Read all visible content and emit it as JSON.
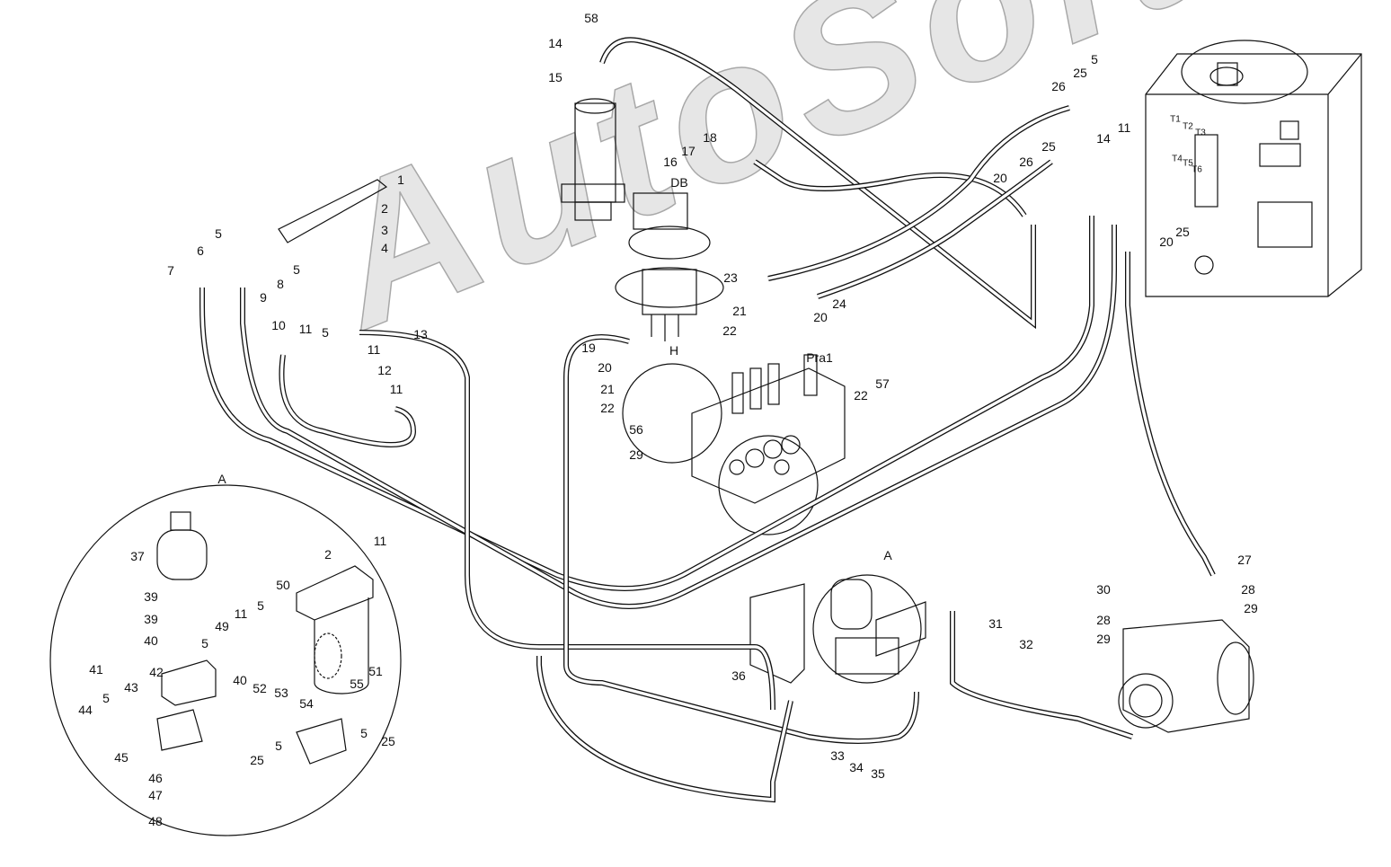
{
  "watermark": "AutoSoft",
  "callouts": [
    "1",
    "2",
    "3",
    "4",
    "5",
    "6",
    "5",
    "7",
    "8",
    "9",
    "10",
    "11",
    "5",
    "11",
    "12",
    "13",
    "11",
    "58",
    "14",
    "15",
    "16",
    "17",
    "18",
    "DB",
    "19",
    "20",
    "21",
    "22",
    "H",
    "56",
    "29",
    "23",
    "21",
    "22",
    "20",
    "24",
    "Pra1",
    "57",
    "22",
    "5",
    "25",
    "26",
    "11",
    "14",
    "25",
    "26",
    "20",
    "25",
    "20",
    "27",
    "30",
    "28",
    "29",
    "28",
    "29",
    "31",
    "32",
    "A",
    "36",
    "33",
    "34",
    "35",
    "A",
    "37",
    "39",
    "39",
    "40",
    "41",
    "42",
    "43",
    "44",
    "5",
    "5",
    "49",
    "11",
    "5",
    "50",
    "2",
    "11",
    "51",
    "40",
    "52",
    "53",
    "54",
    "55",
    "5",
    "5",
    "25",
    "25",
    "45",
    "46",
    "47",
    "48"
  ],
  "tank_ports": [
    "T1",
    "T2",
    "T3",
    "T4",
    "T5",
    "T6"
  ]
}
